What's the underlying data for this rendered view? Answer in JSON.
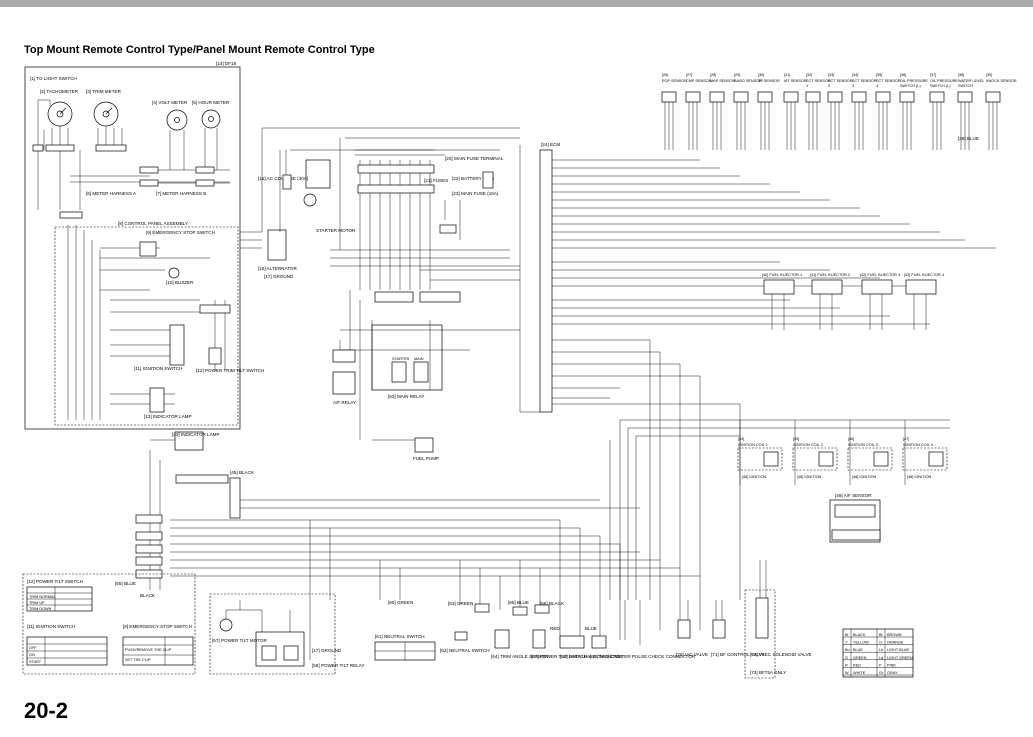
{
  "page": {
    "title": "Top Mount Remote Control Type/Panel Mount Remote Control Type",
    "page_number": "20-2"
  },
  "left_panel": {
    "frame_ref": "[14] DF18",
    "tach_light_switch": "[1] TO LIGHT SWITCH",
    "tachometer": "[2] TACHOMETER",
    "trim_meter": "[3] TRIM METER",
    "volt_meter": "[4] VOLT METER",
    "hour_meter": "[5] HOUR METER",
    "meter_harness_a": "[6] METER HARNESS A",
    "meter_harness_b": "[7] METER HARNESS B",
    "control_panel": "[8] CONTROL PANEL ASSEMBLY",
    "emergency_stop": "[9] EMERGENCY STOP SWITCH",
    "buzzer": "[10] BUZZER",
    "ignition_switch": "[11] IGNITION SWITCH",
    "power_trim_tilt": "[12] POWER TRIM TILT SWITCH",
    "indicator_lamp": "[13] INDICATOR LAMP"
  },
  "center": {
    "ac_cdi_fuse": "[15] AC CDI FUSE (30A)",
    "alternator": "[16] ALTERNATOR",
    "ground": "[17] GROUND",
    "starter_motor": "STARTER MOTOR",
    "main_fuse_terminal": "[20] MAIN FUSE TERMINAL",
    "fuses": "[21] FUSES",
    "battery": "[22] BATTERY (12V)",
    "main_fuse": "[23] MAIN FUSE (10A)",
    "af_relay": "A/F RELAY",
    "main_relay": "[53] MAIN RELAY",
    "starter": "STARTER",
    "main": "MAIN",
    "fuel_pump": "FUEL PUMP",
    "ecm": "[24] ECM",
    "indicator_lamp": "[43] INDICATOR LAMP",
    "black_connector": "[45] BLACK"
  },
  "sensors": [
    {
      "ref": "[26]",
      "name": "EOP SENSOR"
    },
    {
      "ref": "[27]",
      "name": "CMP SENSOR"
    },
    {
      "ref": "[28]",
      "name": "MAP SENSOR"
    },
    {
      "ref": "[29]",
      "name": "BARO SENSOR"
    },
    {
      "ref": "[30]",
      "name": "TP SENSOR"
    },
    {
      "ref": "[31]",
      "name": "IAT SENSOR"
    },
    {
      "ref": "[32]",
      "name": "ECT SENSOR 1"
    },
    {
      "ref": "[33]",
      "name": "ECT SENSOR 2"
    },
    {
      "ref": "[34]",
      "name": "ECT SENSOR 3"
    },
    {
      "ref": "[35]",
      "name": "ECT SENSOR 4"
    },
    {
      "ref": "[36]",
      "name": "OIL PRESSURE SWITCH (L)"
    },
    {
      "ref": "[37]",
      "name": "OIL PRESSURE SWITCH (L)"
    },
    {
      "ref": "[38]",
      "name": "WATER LEVEL SWITCH"
    },
    {
      "ref": "[39]",
      "name": "KNOCK SENSOR"
    }
  ],
  "water_level_connector": "[38] BLUE",
  "injectors": [
    {
      "ref": "[40]",
      "name": "FUEL INJECTOR 1"
    },
    {
      "ref": "[41]",
      "name": "FUEL INJECTOR 2"
    },
    {
      "ref": "[42]",
      "name": "FUEL INJECTOR 3"
    },
    {
      "ref": "[43]",
      "name": "FUEL INJECTOR 4"
    }
  ],
  "ignition_coils": [
    {
      "ref": "[44]",
      "name": "IGNITION COIL 1",
      "cap": "[48] IGNITION"
    },
    {
      "ref": "[45]",
      "name": "IGNITION COIL 2",
      "cap": "[48] IGNITION"
    },
    {
      "ref": "[46]",
      "name": "IGNITION COIL 3",
      "cap": "[48] IGNITION"
    },
    {
      "ref": "[47]",
      "name": "IGNITION COIL 4",
      "cap": "[48] IGNITION"
    }
  ],
  "af_sensor": "[49] A/F SENSOR",
  "bottom": {
    "power_tilt_switch_table": "[12] POWER TILT SWITCH",
    "pts_rows": [
      "TRIM NORMAL",
      "TRIM UP",
      "TRIM DOWN"
    ],
    "ignition_switch_table": "[11] IGNITION SWITCH",
    "ign_rows": [
      "OFF",
      "ON",
      "START"
    ],
    "emergency_stop_table": "[9] EMERGENCY STOP SWITCH",
    "es_rows": [
      "PUSH/REMOVE THE CLIP",
      "SET THE CLIP"
    ],
    "blue_conn": "[55] BLUE",
    "black_conn": "BLACK",
    "power_tilt_motor": "[57] POWER TILT MOTOR",
    "ground": "[17] GROUND",
    "power_tilt_relay": "[58] POWER TILT RELAY",
    "neutral_switch_table": "[61] NEUTRAL SWITCH",
    "neutral_switch": "[62] NEUTRAL SWITCH",
    "green_1": "[60] GREEN",
    "green_2": "[63] GREEN",
    "blue_2": "[65] BLUE",
    "black_2": "[66] BLACK",
    "trim_angle": "[64] TRIM ANGLE SENSOR",
    "power_tilt_sw": "[67] POWER TILT SWITCH",
    "red": "RED",
    "blue_3": "BLUE",
    "data_link": "[68] DATA LINK CONNECTOR",
    "tach_pulse": "[69] TACHOMETER PULSE CHECK CONNECTOR",
    "iac_valve": "[70] IAC VALVE",
    "bf_control": "[71] BF CONTROL VALVE",
    "vtec": "[72] VTEC SOLENOID VALVE",
    "bf75_only": "[73] BF75A ONLY"
  },
  "color_legend": [
    [
      "Bl",
      "BLACK",
      "Br",
      "BROWN"
    ],
    [
      "Y",
      "YELLOW",
      "O",
      "ORANGE"
    ],
    [
      "Bu",
      "BLUE",
      "Lb",
      "LIGHT BLUE"
    ],
    [
      "G",
      "GREEN",
      "Lg",
      "LIGHT GREEN"
    ],
    [
      "R",
      "RED",
      "P",
      "PINK"
    ],
    [
      "W",
      "WHITE",
      "Gr",
      "GRAY"
    ]
  ]
}
